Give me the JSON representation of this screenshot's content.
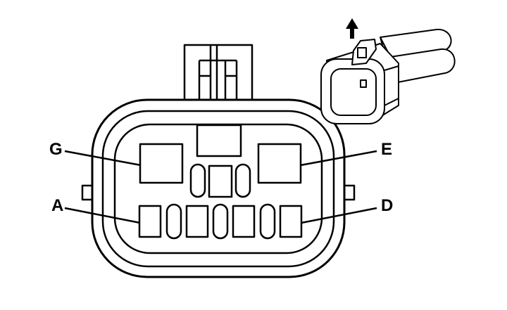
{
  "diagram": {
    "pin_labels": {
      "g": "G",
      "e": "E",
      "a": "A",
      "d": "D"
    },
    "indicator_icon": "up-arrow-icon",
    "stroke_color": "#000000",
    "background_color": "#ffffff"
  }
}
